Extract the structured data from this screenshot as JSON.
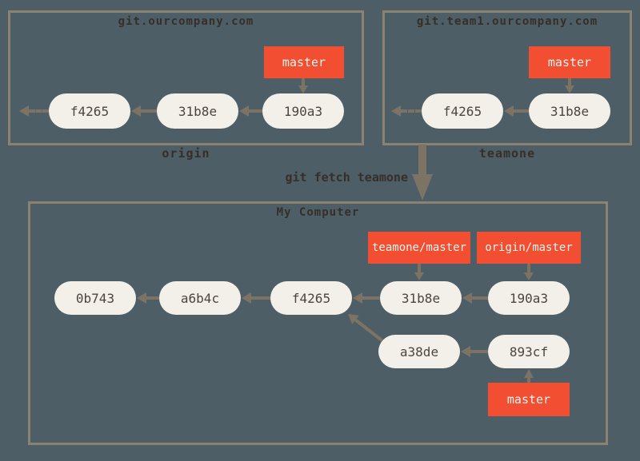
{
  "colors": {
    "background": "#4d5e66",
    "box_border": "#8c8272",
    "node_fill": "#f2f0e8",
    "node_text": "#4c463d",
    "branch_fill": "#f14e32",
    "branch_text": "#f7f4ed",
    "arrow": "#7d7365",
    "heading_text": "#362f28"
  },
  "remotes": [
    {
      "title": "git.ourcompany.com",
      "label": "origin",
      "branch": "master",
      "commits": [
        "f4265",
        "31b8e",
        "190a3"
      ]
    },
    {
      "title": "git.team1.ourcompany.com",
      "label": "teamone",
      "branch": "master",
      "commits": [
        "f4265",
        "31b8e"
      ]
    }
  ],
  "fetch": {
    "command": "git fetch teamone"
  },
  "local": {
    "title": "My Computer",
    "refs": [
      "teamone/master",
      "origin/master"
    ],
    "main_commits": [
      "0b743",
      "a6b4c",
      "f4265",
      "31b8e",
      "190a3"
    ],
    "side_commits": [
      "a38de",
      "893cf"
    ],
    "branch": "master"
  }
}
